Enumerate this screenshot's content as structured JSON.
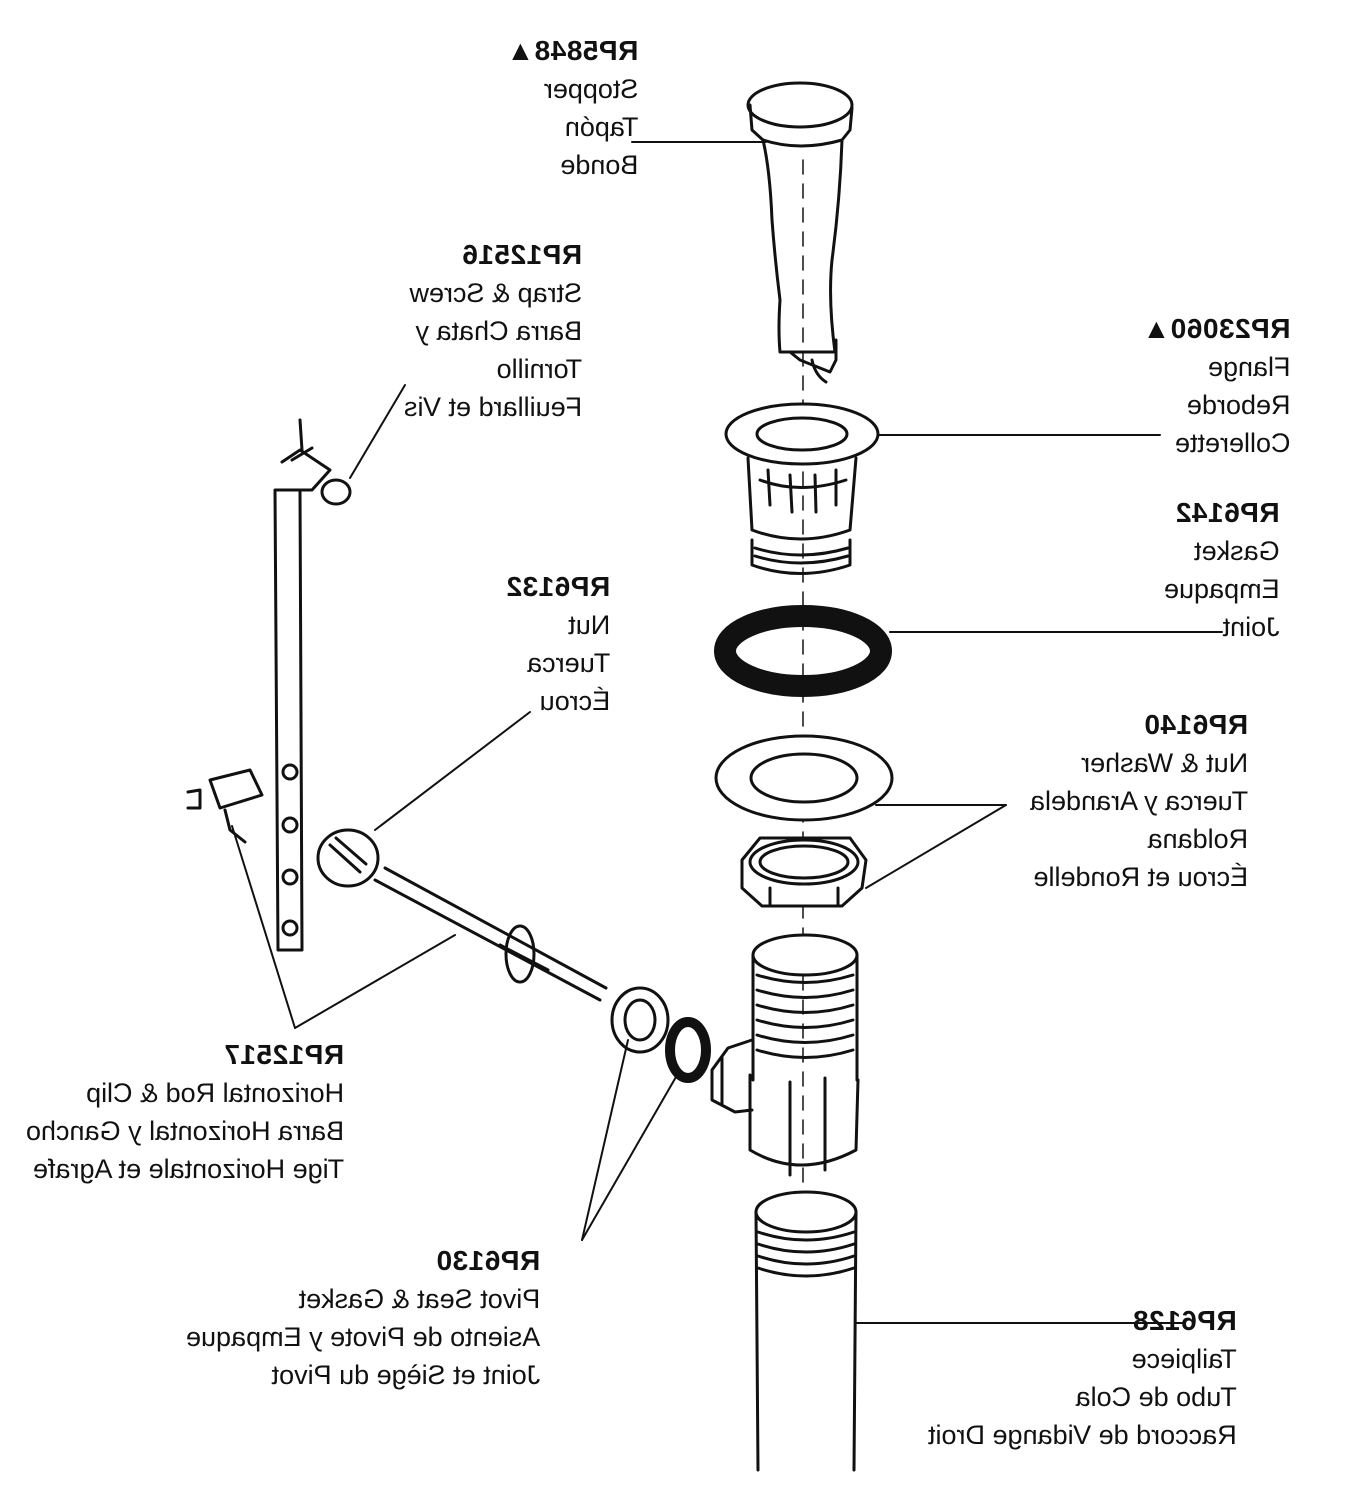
{
  "image_note_mirrored": true,
  "parts": [
    {
      "part_number": "RP5848▲",
      "lines": [
        "Stopper",
        "Tapón",
        "Bonde"
      ]
    },
    {
      "part_number": "RP12516",
      "lines": [
        "Strap & Screw",
        "Barra Chata y",
        "Tornillo",
        "Feuillard et Vis"
      ]
    },
    {
      "part_number": "RP23060▲",
      "lines": [
        "Flange",
        "Reborde",
        "Collerette"
      ]
    },
    {
      "part_number": "RP6142",
      "lines": [
        "Gasket",
        "Empaque",
        "Joint"
      ]
    },
    {
      "part_number": "RP6132",
      "lines": [
        "Nut",
        "Tuerca",
        "Écrou"
      ]
    },
    {
      "part_number": "RP6140",
      "lines": [
        "Nut & Washer",
        "Tuerca y Arandela",
        "Roldana",
        "Écrou et Rondelle"
      ]
    },
    {
      "part_number": "RP12517",
      "lines": [
        "Horizontal Rod & Clip",
        "Barra Horizontal y Gancho",
        "Tige Horizontale et Agrafe"
      ]
    },
    {
      "part_number": "RP6130",
      "lines": [
        "Pivot Seat & Gasket",
        "Asiento de Pivote y Empaque",
        "Joint et Siège du Pivot"
      ]
    },
    {
      "part_number": "RP6128",
      "lines": [
        "Tailpiece",
        "Tubo de Cola",
        "Raccord de Vidange Droit"
      ]
    }
  ]
}
